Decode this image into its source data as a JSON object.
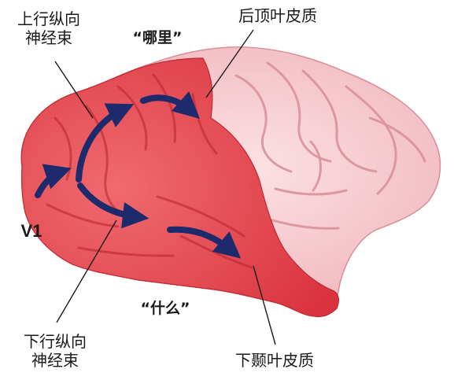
{
  "labels": {
    "superior_longitudinal_fasciculus_line1": "上行纵向",
    "superior_longitudinal_fasciculus_line2": "神经束",
    "where_stream": "“哪里”",
    "posterior_parietal_cortex": "后顶叶皮质",
    "v1": "V1",
    "what_stream": "“什么”",
    "inferior_longitudinal_fasciculus_line1": "下行纵向",
    "inferior_longitudinal_fasciculus_line2": "神经束",
    "inferior_temporal_cortex": "下颞叶皮质"
  },
  "colors": {
    "highlight_red": "#e8424a",
    "highlight_red_light": "#f27a7f",
    "brain_pink": "#f6c6cc",
    "brain_pink_dark": "#d98e98",
    "arrow_navy": "#1d2a6b",
    "text": "#1a1a1a"
  }
}
